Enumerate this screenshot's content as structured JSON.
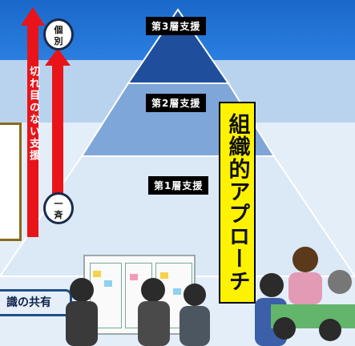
{
  "layers": {
    "layer3": "第3層支援",
    "layer2": "第2層支援",
    "layer1": "第1層支援"
  },
  "arrow_left_text": "切れ目のない支援",
  "circle_top": "個\n別",
  "circle_bottom": "一\n斉",
  "approach": "組織的アプローチ",
  "share_label": "識の共有",
  "colors": {
    "top_band": "#1b6fd1",
    "mid_band": "#d7e6f5",
    "arrow_red": "#e8141a",
    "yellow": "#fdf200"
  }
}
